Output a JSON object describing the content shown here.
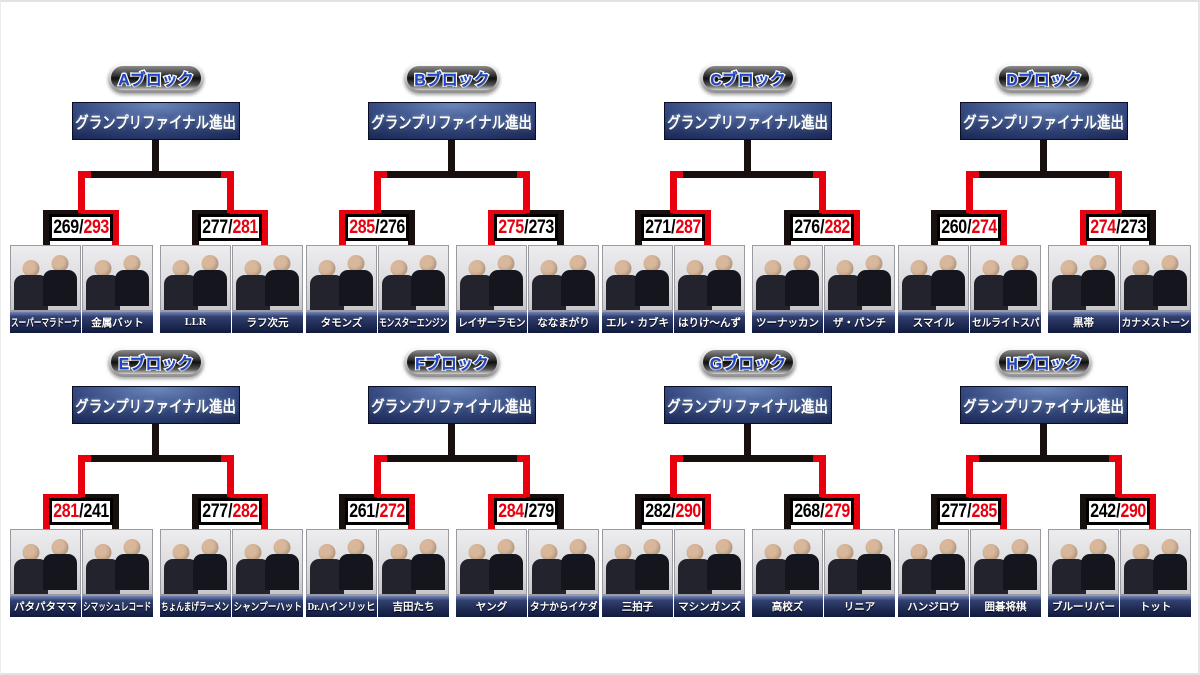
{
  "labels": {
    "final_header": "グランプリファイナル進出",
    "score_separator": "/"
  },
  "colors": {
    "win": "#e8000f",
    "line": "#17100e",
    "pill_text": "#1d45c9",
    "banner_navy": "#1b2a55"
  },
  "blocks": [
    {
      "label": "Aブロック",
      "matches": [
        {
          "left": {
            "name": "スーパーマラドーナ",
            "score": "269"
          },
          "right": {
            "name": "金属バット",
            "score": "293"
          },
          "winner": "right"
        },
        {
          "left": {
            "name": "LLR",
            "score": "277"
          },
          "right": {
            "name": "ラフ次元",
            "score": "281"
          },
          "winner": "right"
        }
      ]
    },
    {
      "label": "Bブロック",
      "matches": [
        {
          "left": {
            "name": "タモンズ",
            "score": "285"
          },
          "right": {
            "name": "モンスターエンジン",
            "score": "276"
          },
          "winner": "left"
        },
        {
          "left": {
            "name": "レイザーラモン",
            "score": "275"
          },
          "right": {
            "name": "ななまがり",
            "score": "273"
          },
          "winner": "left"
        }
      ]
    },
    {
      "label": "Cブロック",
      "matches": [
        {
          "left": {
            "name": "エル・カブキ",
            "score": "271"
          },
          "right": {
            "name": "はりけ〜んず",
            "score": "287"
          },
          "winner": "right"
        },
        {
          "left": {
            "name": "ツーナッカン",
            "score": "276"
          },
          "right": {
            "name": "ザ・パンチ",
            "score": "282"
          },
          "winner": "right"
        }
      ]
    },
    {
      "label": "Dブロック",
      "matches": [
        {
          "left": {
            "name": "スマイル",
            "score": "260"
          },
          "right": {
            "name": "セルライトスパ",
            "score": "274"
          },
          "winner": "right"
        },
        {
          "left": {
            "name": "黒帯",
            "score": "274"
          },
          "right": {
            "name": "カナメストーン",
            "score": "273"
          },
          "winner": "left"
        }
      ]
    },
    {
      "label": "Eブロック",
      "matches": [
        {
          "left": {
            "name": "パタパタママ",
            "score": "281"
          },
          "right": {
            "name": "シマッシュレコード",
            "score": "241"
          },
          "winner": "left"
        },
        {
          "left": {
            "name": "ちょんまげラーメン",
            "score": "277"
          },
          "right": {
            "name": "シャンプーハット",
            "score": "282"
          },
          "winner": "right"
        }
      ]
    },
    {
      "label": "Fブロック",
      "matches": [
        {
          "left": {
            "name": "Dr.ハインリッヒ",
            "score": "261"
          },
          "right": {
            "name": "吉田たち",
            "score": "272"
          },
          "winner": "right"
        },
        {
          "left": {
            "name": "ヤング",
            "score": "284"
          },
          "right": {
            "name": "タナからイケダ",
            "score": "279"
          },
          "winner": "left"
        }
      ]
    },
    {
      "label": "Gブロック",
      "matches": [
        {
          "left": {
            "name": "三拍子",
            "score": "282"
          },
          "right": {
            "name": "マシンガンズ",
            "score": "290"
          },
          "winner": "right"
        },
        {
          "left": {
            "name": "高校ズ",
            "score": "268"
          },
          "right": {
            "name": "リニア",
            "score": "279"
          },
          "winner": "right"
        }
      ]
    },
    {
      "label": "Hブロック",
      "matches": [
        {
          "left": {
            "name": "ハンジロウ",
            "score": "277"
          },
          "right": {
            "name": "囲碁将棋",
            "score": "285"
          },
          "winner": "right"
        },
        {
          "left": {
            "name": "ブルーリバー",
            "score": "242"
          },
          "right": {
            "name": "トット",
            "score": "290"
          },
          "winner": "right"
        }
      ]
    }
  ]
}
